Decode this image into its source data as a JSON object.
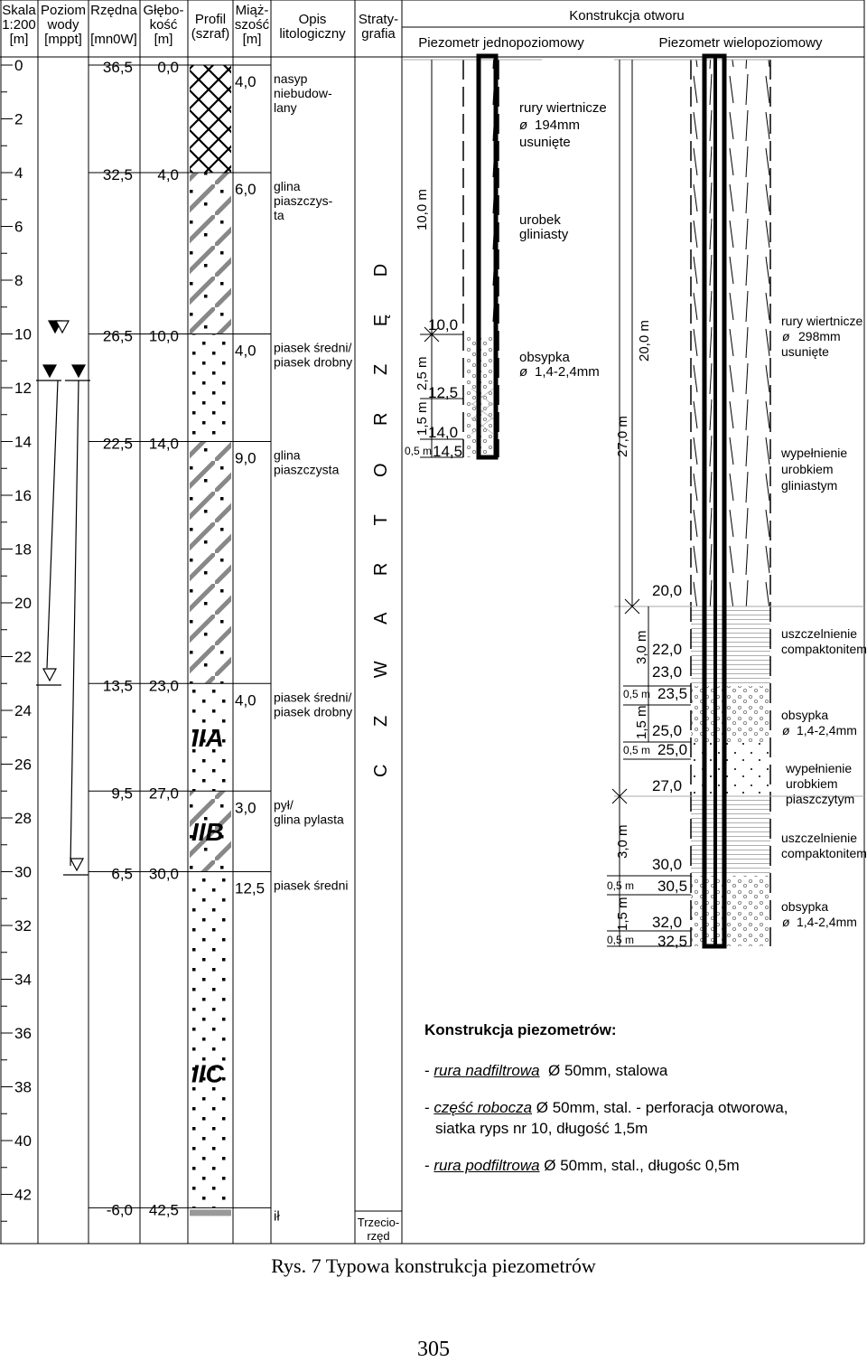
{
  "header": {
    "scale": [
      "Skala",
      "1:200",
      "[m]"
    ],
    "water": [
      "Poziom",
      "wody",
      "[mppt]"
    ],
    "elevation": [
      "Rzędna",
      "[mn0W]"
    ],
    "depth": [
      "Głębo-",
      "kość",
      "[m]"
    ],
    "profile": [
      "Profil",
      "(szraf)"
    ],
    "thickness": [
      "Miąż-",
      "szość",
      "[m]"
    ],
    "description": [
      "Opis",
      "litologiczny"
    ],
    "strat": [
      "Straty-",
      "grafia"
    ],
    "construction": "Konstrukcja otworu",
    "piezo_single": "Piezometr jednopoziomowy",
    "piezo_multi": "Piezometr wielopoziomowy"
  },
  "scale_labels": [
    "0",
    "2",
    "4",
    "6",
    "8",
    "10",
    "12",
    "14",
    "16",
    "18",
    "20",
    "22",
    "24",
    "26",
    "28",
    "30",
    "32",
    "34",
    "36",
    "38",
    "40",
    "42"
  ],
  "layers": [
    {
      "depth_top": 0.0,
      "depth_bottom": 4.0,
      "elev": "36,5",
      "depth": "0,0",
      "thickness": "4,0",
      "desc": [
        "nasyp",
        "niebudow-",
        "lany"
      ],
      "pattern": "fill"
    },
    {
      "depth_top": 4.0,
      "depth_bottom": 10.0,
      "elev": "32,5",
      "depth": "4,0",
      "thickness": "6,0",
      "desc": [
        "glina",
        "piaszczys-",
        "ta"
      ],
      "pattern": "clay"
    },
    {
      "depth_top": 10.0,
      "depth_bottom": 14.0,
      "elev": "26,5",
      "depth": "10,0",
      "thickness": "4,0",
      "desc": [
        "piasek średni/",
        "piasek drobny"
      ],
      "pattern": "sand"
    },
    {
      "depth_top": 14.0,
      "depth_bottom": 23.0,
      "elev": "22,5",
      "depth": "14,0",
      "thickness": "9,0",
      "desc": [
        "glina",
        "piaszczysta"
      ],
      "pattern": "clay"
    },
    {
      "depth_top": 23.0,
      "depth_bottom": 27.0,
      "elev": "13,5",
      "depth": "23,0",
      "thickness": "4,0",
      "desc": [
        "piasek średni/",
        "piasek drobny"
      ],
      "pattern": "sand"
    },
    {
      "depth_top": 27.0,
      "depth_bottom": 30.0,
      "elev": "9,5",
      "depth": "27,0",
      "thickness": "3,0",
      "desc": [
        "pył/",
        "glina pylasta"
      ],
      "pattern": "clay"
    },
    {
      "depth_top": 30.0,
      "depth_bottom": 42.5,
      "elev": "6,5",
      "depth": "30,0",
      "thickness": "12,5",
      "desc": [
        "piasek średni"
      ],
      "pattern": "sand"
    }
  ],
  "bottom": {
    "depth": 42.5,
    "elev": "-6,0",
    "depth_label": "42,5",
    "desc": "ił"
  },
  "aquifer_labels": [
    {
      "text": "IIA",
      "depth": 25.0
    },
    {
      "text": "IIB",
      "depth": 28.5
    },
    {
      "text": "IIC",
      "depth": 37.5
    }
  ],
  "strat_main": "C Z W A R T O R Z Ę D",
  "strat_bottom": [
    "Trzecio-",
    "rzęd"
  ],
  "single_piezo": {
    "dim_top": "10,0 m",
    "dim_filter": "2,5 m",
    "dim_work": "1,5 m",
    "dim_sump": "0,5 m",
    "marks": [
      "10,0",
      "12,5",
      "14,0",
      "14,5"
    ],
    "label_casing": [
      "rury wiertnicze",
      "194mm",
      "usunięte"
    ],
    "label_spoil": [
      "urobek",
      "gliniasty"
    ],
    "label_gravel": [
      "obsypka",
      "1,4-2,4mm"
    ]
  },
  "multi_piezo": {
    "dim_20": "20,0 m",
    "dim_27": "27,0 m",
    "dim_3a": "3,0 m",
    "dim_15a": "1,5 m",
    "dim_05a": "0,5 m",
    "dim_05b": "0,5 m",
    "dim_3b": "3,0 m",
    "dim_15b": "1,5 m",
    "dim_05c": "0,5 m",
    "dim_05d": "0,5 m",
    "marks": [
      "20,0",
      "22,0",
      "23,0",
      "23,5",
      "25,0",
      "25,0",
      "27,0",
      "30,0",
      "30,5",
      "32,0",
      "32,5"
    ],
    "label_casing": [
      "rury wiertnicze",
      "298mm",
      "usunięte"
    ],
    "label_fill_clay": [
      "wypełnienie",
      "urobkiem",
      "gliniastym"
    ],
    "label_seal1": [
      "uszczelnienie",
      "compaktonitem"
    ],
    "label_gravel1": [
      "obsypka",
      "1,4-2,4mm"
    ],
    "label_fill_sand": [
      "wypełnienie",
      "urobkiem",
      "piaszczytym"
    ],
    "label_seal2": [
      "uszczelnienie",
      "compaktonitem"
    ],
    "label_gravel2": [
      "obsypka",
      "1,4-2,4mm"
    ]
  },
  "notes": {
    "title": "Konstrukcja piezometrów:",
    "item1_prefix": "- ",
    "item1_term": "rura nadfiltrowa",
    "item1_rest": "  Ø 50mm, stalowa",
    "item2_prefix": "- ",
    "item2_term": "część robocza",
    "item2_rest": " Ø 50mm, stal. - perforacja otworowa,",
    "item2_line2": "siatka ryps nr 10, długość 1,5m",
    "item3_prefix": "- ",
    "item3_term": "rura podfiltrowa",
    "item3_rest": " Ø 50mm, stal., długośc 0,5m"
  },
  "caption": "Rys. 7 Typowa konstrukcja piezometrów",
  "page_number": "305"
}
